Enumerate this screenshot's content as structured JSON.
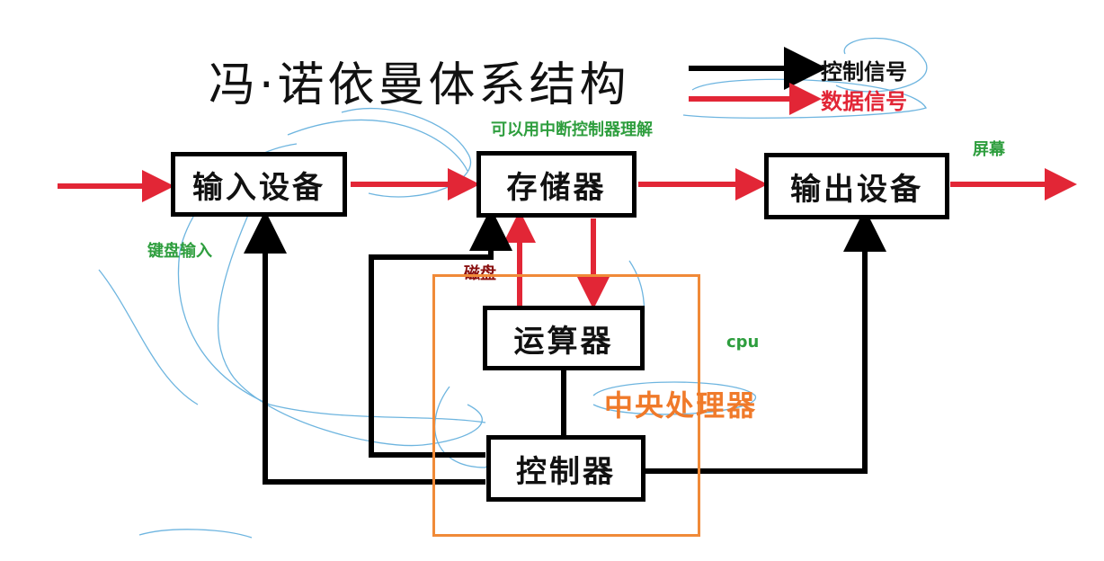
{
  "title": "冯·诺依曼体系结构",
  "legend": {
    "control": "控制信号",
    "data": "数据信号"
  },
  "nodes": {
    "input": "输入设备",
    "memory": "存储器",
    "output": "输出设备",
    "alu": "运算器",
    "controller": "控制器"
  },
  "annotations": {
    "interrupt": "可以用中断控制器理解",
    "screen": "屏幕",
    "keyboard": "键盘输入",
    "disk": "磁盘",
    "cpu": "cpu",
    "cpu_chinese": "中央处理器"
  },
  "colors": {
    "control": "#000000",
    "data": "#e22636",
    "cpu_frame": "#f08a38",
    "note": "#2e9e3e",
    "scribble": "#4aa3d8"
  }
}
